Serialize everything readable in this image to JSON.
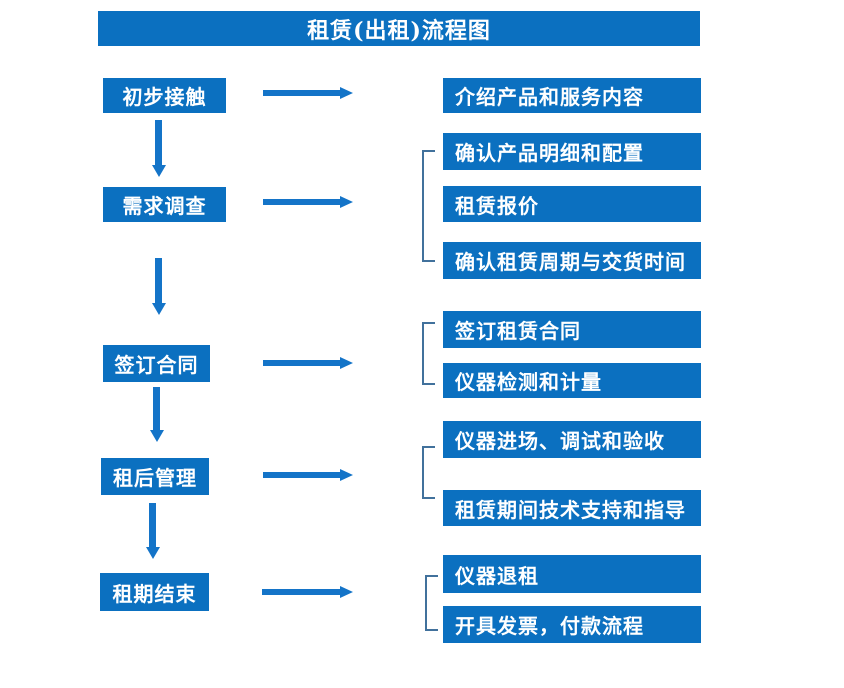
{
  "title": "租赁(出租)流程图",
  "colors": {
    "box_blue": "#0b70c0",
    "arrow_blue": "#1474c8",
    "bracket_blue": "#41719c",
    "text_white": "#ffffff"
  },
  "flow": [
    {
      "stage": "初步接触",
      "details": [
        "介绍产品和服务内容"
      ]
    },
    {
      "stage": "需求调查",
      "details": [
        "确认产品明细和配置",
        "租赁报价",
        "确认租赁周期与交货时间"
      ]
    },
    {
      "stage": "签订合同",
      "details": [
        "签订租赁合同",
        "仪器检测和计量"
      ]
    },
    {
      "stage": "租后管理",
      "details": [
        "仪器进场、调试和验收",
        "租赁期间技术支持和指导"
      ]
    },
    {
      "stage": "租期结束",
      "details": [
        "仪器退租",
        "开具发票，付款流程"
      ]
    }
  ]
}
